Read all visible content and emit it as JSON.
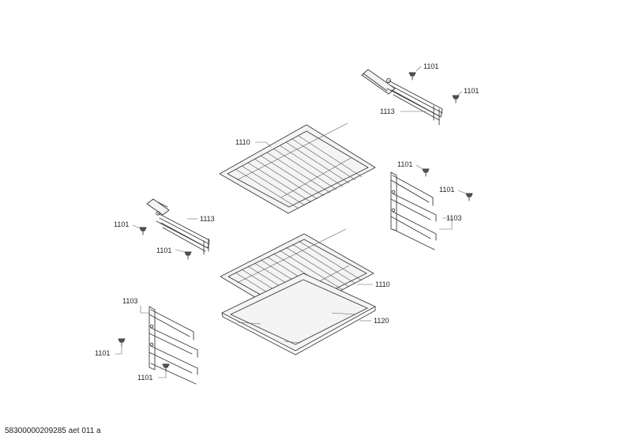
{
  "labels": {
    "clip_top_a": "1101",
    "clip_top_b": "1101",
    "rail_right_top": "1113",
    "rack_upper": "1110",
    "clip_mid_a": "1101",
    "clip_mid_b": "1101",
    "shelf_right": "1103",
    "rail_left": "1113",
    "clip_left_a": "1101",
    "clip_left_b": "1101",
    "rack_lower": "1110",
    "shelf_left": "1103",
    "tray": "1120",
    "clip_bottom_a": "1101",
    "clip_bottom_b": "1101"
  },
  "footer": {
    "document_id": "58300000209285 aet 011 a"
  }
}
